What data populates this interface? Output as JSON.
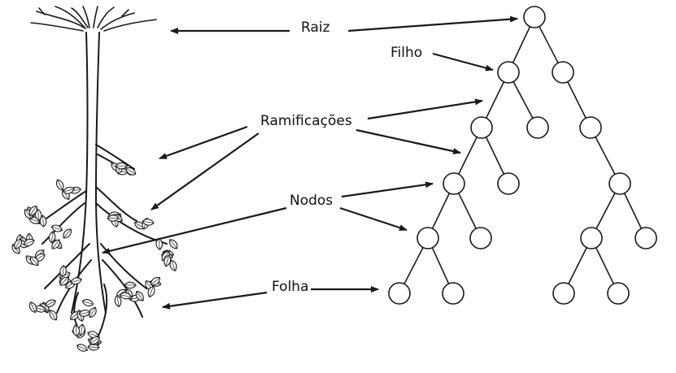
{
  "labels": {
    "root": "Raiz",
    "child": "Filho",
    "branches": "Ramificações",
    "nodes": "Nodos",
    "leaf": "Folha"
  },
  "colors": {
    "ink": "#1a1a1a",
    "background": "#ffffff"
  },
  "icons": {
    "tree_drawing": "plant-tree-icon",
    "data_tree": "binary-tree-diagram"
  }
}
